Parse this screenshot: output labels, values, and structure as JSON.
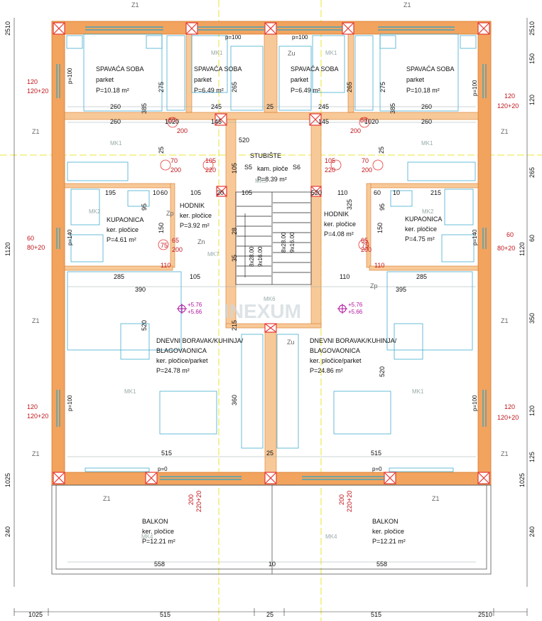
{
  "rooms": {
    "bed_l": {
      "name": "SPAVAĆA SOBA",
      "floor": "parket",
      "area": "P=10.18 m²"
    },
    "bed_cl": {
      "name": "SPAVAĆA SOBA",
      "floor": "parket",
      "area": "P=6.49 m²"
    },
    "bed_cr": {
      "name": "SPAVAĆA SOBA",
      "floor": "parket",
      "area": "P=6.49 m²"
    },
    "bed_r": {
      "name": "SPAVAĆA SOBA",
      "floor": "parket",
      "area": "P=10.18 m²"
    },
    "stair": {
      "name": "STUBIŠTE",
      "floor": "kam. ploče",
      "area": "P=8.39 m²"
    },
    "hall_l": {
      "name": "HODNIK",
      "floor": "ker. pločice",
      "area": "P=3.92 m²"
    },
    "hall_r": {
      "name": "HODNIK",
      "floor": "ker. pločice",
      "area": "P=4.08 m²"
    },
    "bath_l": {
      "name": "KUPAONICA",
      "floor": "ker. pločice",
      "area": "P=4.61 m²"
    },
    "bath_r": {
      "name": "KUPAONICA",
      "floor": "ker. pločice",
      "area": "P=4.75 m²"
    },
    "liv_l": {
      "name1": "DNEVNI BORAVAK/KUHINJA/",
      "name2": "BLAGOVAONICA",
      "floor": "ker. pločice/parket",
      "area": "P=24.78 m²"
    },
    "liv_r": {
      "name1": "DNEVNI BORAVAK/KUHINJA/",
      "name2": "BLAGOVAONICA",
      "floor": "ker. pločice/parket",
      "area": "P=24.86 m²"
    },
    "balc_l": {
      "name": "BALKON",
      "floor": "ker. pločice",
      "area": "P=12.21 m²"
    },
    "balc_r": {
      "name": "BALKON",
      "floor": "ker. pločice",
      "area": "P=12.21 m²"
    }
  },
  "bottom_dims": [
    "1025",
    "515",
    "25",
    "515",
    "2510"
  ],
  "left_dims": [
    "2510",
    "1120",
    "1025",
    "240"
  ],
  "right_dims": [
    "2510",
    "150",
    "120",
    "265",
    "60",
    "1120",
    "350",
    "120",
    "125",
    "1025",
    "240"
  ],
  "interior_dims": {
    "h260a": "260",
    "h245a": "245",
    "h25a": "25",
    "h245b": "245",
    "h260b": "260",
    "h260c": "260",
    "h1020": "1020",
    "h145a": "145",
    "h520a": "520",
    "h145b": "145",
    "h1020b": "1020",
    "h260d": "260",
    "h195": "195",
    "h10a": "10",
    "h60a": "60",
    "h105a": "105",
    "h20": "20",
    "h105b": "105",
    "h520b": "520",
    "h110a": "110",
    "h60b": "60",
    "h10b": "10",
    "h215": "215",
    "h285a": "285",
    "h105c": "105",
    "h110b": "110",
    "h285b": "285",
    "h390": "390",
    "h395": "395",
    "h515a": "515",
    "h25b": "25",
    "h515b": "515",
    "h558a": "558",
    "h10c": "10",
    "h558b": "558",
    "v385a": "385",
    "v275a": "275",
    "v265a": "265",
    "v265b": "265",
    "v275b": "275",
    "v385b": "385",
    "v520a": "520",
    "v360": "360",
    "v520b": "520",
    "v325": "325",
    "v215": "215",
    "v95a": "95",
    "v95b": "95",
    "v150a": "150",
    "v150b": "150",
    "v25a": "25",
    "v25b": "25",
    "v105": "105",
    "v28": "28",
    "v35": "35"
  },
  "openings": {
    "win_top": "p=100",
    "win_side_a": "p=100",
    "win_side_b": "p=140",
    "win_side_c": "p=100",
    "win_side_d": "p=100",
    "win_side_e": "p=140",
    "win_side_f": "p=100",
    "sill_a": "p=0",
    "sill_b": "p=0",
    "r120": "120",
    "r120_20": "120+20",
    "r60": "60",
    "r80_20": "80+20",
    "r200": "200",
    "r220_20": "220+20",
    "d80": "80",
    "d200": "200",
    "d70": "70",
    "d105": "105",
    "d220": "220",
    "d65": "65",
    "d75": "75",
    "d110": "110"
  },
  "stair_text": {
    "s5": "S5",
    "s6": "S6",
    "a": "8x28.00",
    "b": "9x16.00"
  },
  "levels": {
    "l1": "+5.76",
    "l2": "+5.66"
  },
  "tags": {
    "z": "Z1",
    "zn": "Zn",
    "zp": "Zp",
    "zu": "Zu",
    "mk1": "MK1",
    "mk2": "MK2",
    "mk4": "MK4",
    "mk5": "MK5",
    "mk6": "MK6",
    "mk7": "MK7"
  },
  "colors": {
    "wall": "#f2a35e",
    "wall_outline": "#d97a2a",
    "column": "#e53935",
    "dim": "#111111",
    "red": "#c0151b",
    "fixture": "#2aa3c9",
    "magenta": "#b0139d",
    "axis": "#e4e000",
    "watermark": "#cfd8dc"
  },
  "watermark": "INEXUM"
}
